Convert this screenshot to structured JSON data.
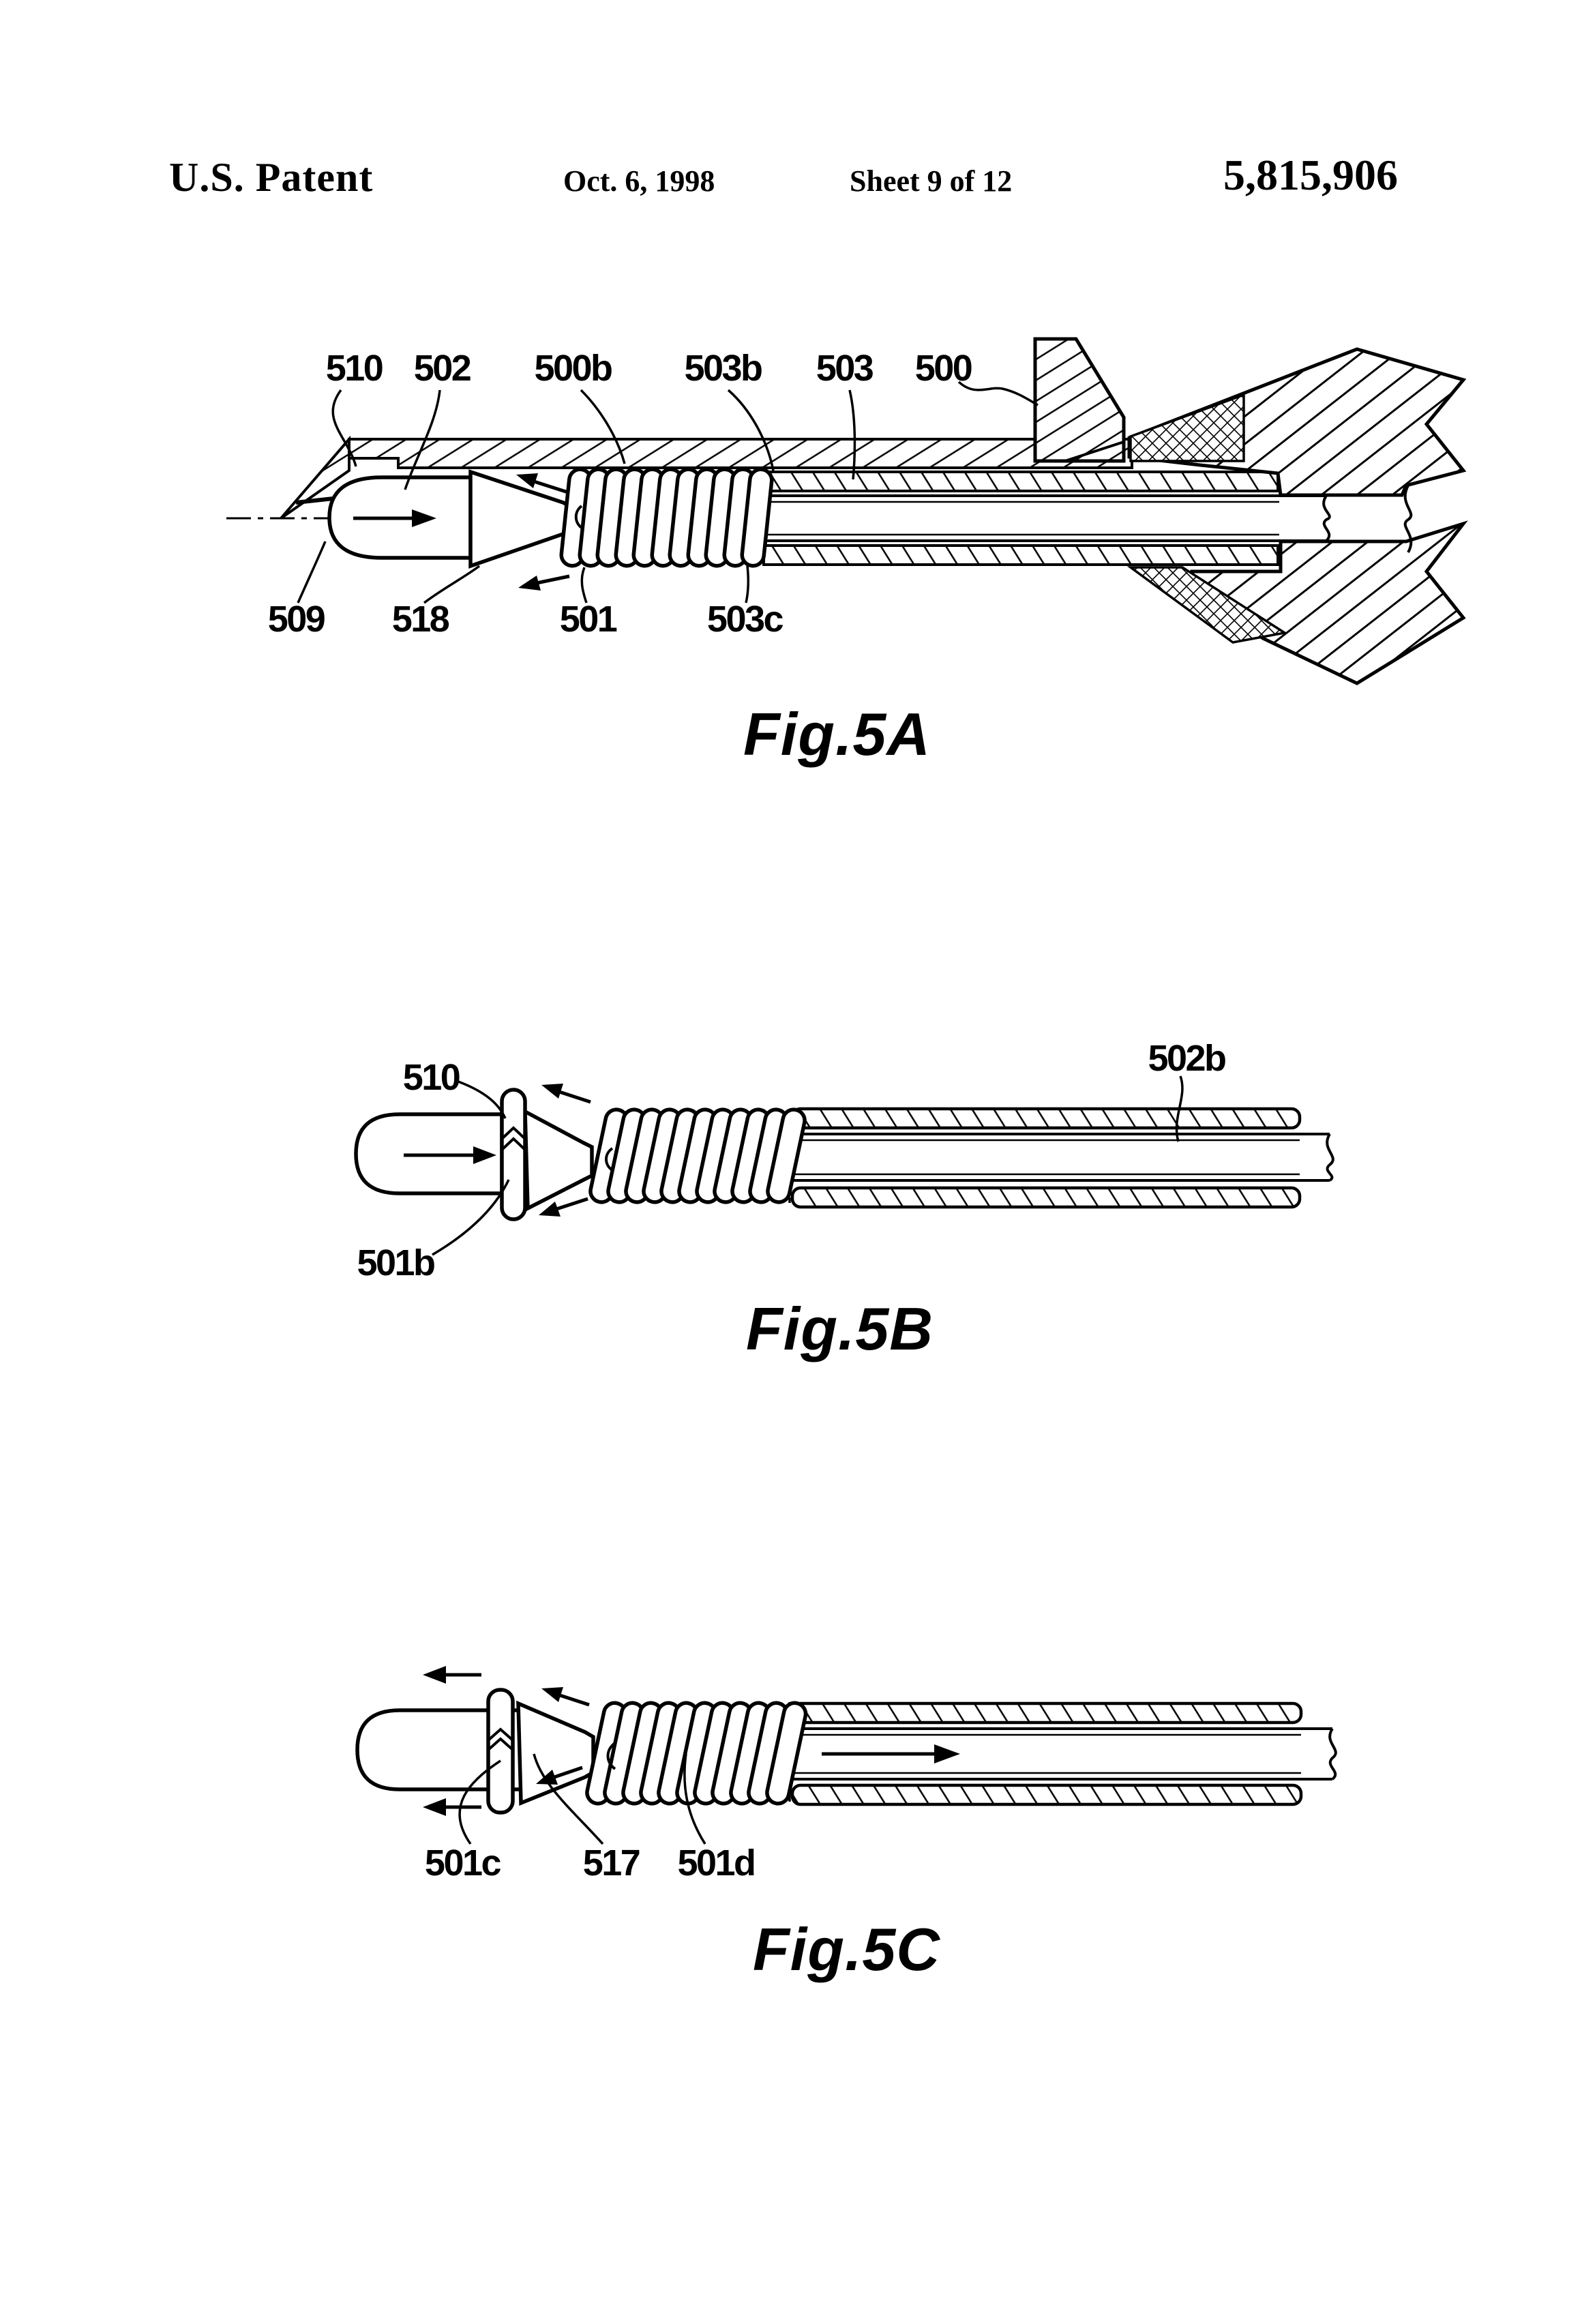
{
  "header": {
    "title": "U.S. Patent",
    "date": "Oct. 6, 1998",
    "sheet": "Sheet 9 of 12",
    "patent_number": "5,815,906"
  },
  "figures": [
    {
      "caption": "Fig.5A",
      "labels": {
        "n510": "510",
        "n502": "502",
        "n500b": "500b",
        "n503b": "503b",
        "n503": "503",
        "n500": "500",
        "n509": "509",
        "n518": "518",
        "n501": "501",
        "n503c": "503c"
      }
    },
    {
      "caption": "Fig.5B",
      "labels": {
        "n510": "510",
        "n502b": "502b",
        "n501b": "501b"
      }
    },
    {
      "caption": "Fig.5C",
      "labels": {
        "n501c": "501c",
        "n517": "517",
        "n501d": "501d"
      }
    }
  ],
  "colors": {
    "ink": "#000000",
    "paper": "#ffffff"
  }
}
